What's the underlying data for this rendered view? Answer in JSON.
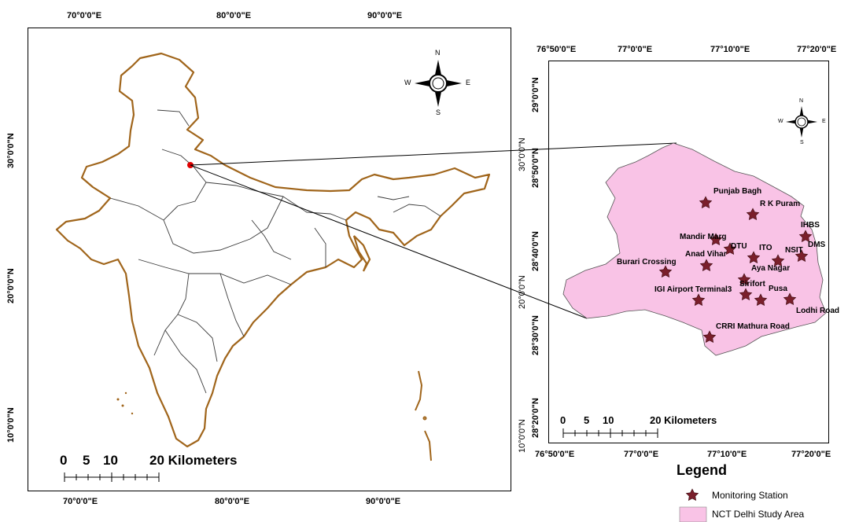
{
  "left_map": {
    "top_lon_labels": [
      "70°0'0\"E",
      "80°0'0\"E",
      "90°0'0\"E"
    ],
    "bottom_lon_labels": [
      "70°0'0\"E",
      "80°0'0\"E",
      "90°0'0\"E"
    ],
    "lat_labels": [
      "30°0'0\"N",
      "20°0'0\"N",
      "10°0'0\"N"
    ],
    "compass": {
      "n": "N",
      "s": "S",
      "e": "E",
      "w": "W"
    },
    "scale": {
      "ticks": [
        "0",
        "5",
        "10",
        "20 Kilometers"
      ]
    },
    "colors": {
      "country_border": "#a0651b",
      "state_border": "#3a3a3a",
      "marker": "#e00000"
    }
  },
  "right_map": {
    "top_lon_labels": [
      "76°50'0\"E",
      "77°0'0\"E",
      "77°10'0\"E",
      "77°20'0\"E"
    ],
    "bottom_lon_labels": [
      "76°50'0\"E",
      "77°0'0\"E",
      "77°10'0\"E",
      "77°20'0\"E"
    ],
    "left_lat_labels": [
      "29°0'0\"N",
      "28°50'0\"N",
      "28°40'0\"N",
      "28°30'0\"N",
      "28°20'0\"N",
      "10°0'0\"N",
      "20°0'0\"N",
      "30°0'0\"N"
    ],
    "compass": {
      "n": "N",
      "s": "S",
      "e": "E",
      "w": "W"
    },
    "scale": {
      "ticks": [
        "0",
        "5",
        "10",
        "20 Kilometers"
      ]
    },
    "colors": {
      "region_fill": "#f9c3e6",
      "region_stroke": "#555555",
      "star": "#7a1f2b"
    },
    "stations": [
      "Punjab Bagh",
      "R K Puram",
      "IHBS",
      "Mandir Marg",
      "DTU",
      "ITO",
      "NSIT",
      "DMS",
      "Anad Vihar",
      "Aya Nagar",
      "Burari Crossing",
      "Sirifort",
      "Pusa",
      "IGI Airport Terminal3",
      "Lodhi Road",
      "CRRI Mathura Road"
    ]
  },
  "legend": {
    "title": "Legend",
    "items": [
      {
        "label": "Monitoring Station",
        "icon": "star-icon"
      },
      {
        "label": "NCT Delhi Study Area",
        "icon": "area-swatch"
      }
    ]
  }
}
